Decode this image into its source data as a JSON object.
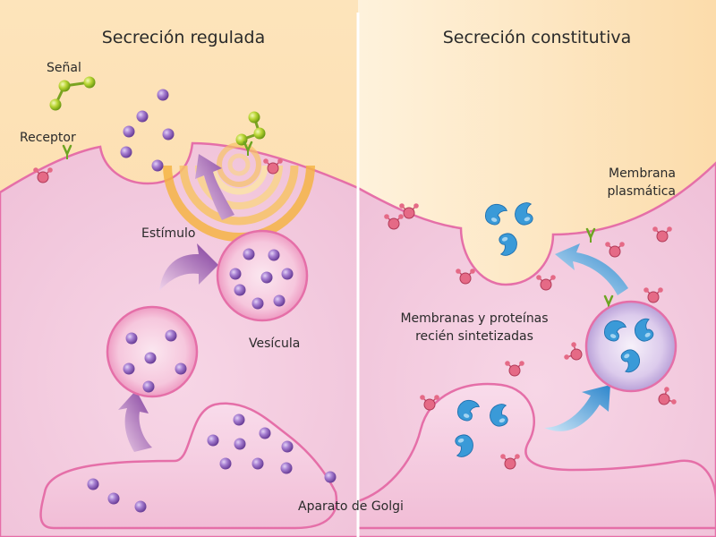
{
  "panels": {
    "left_title": "Secreción regulada",
    "right_title": "Secreción constitutiva"
  },
  "labels": {
    "signal": "Señal",
    "receptor": "Receptor",
    "stimulus": "Estímulo",
    "vesicle": "Vesícula",
    "golgi": "Aparato de Golgi",
    "membrane_line1": "Membrana",
    "membrane_line2": "plasmática",
    "new_line1": "Membranas y proteínas",
    "new_line2": "recién sintetizadas"
  },
  "colors": {
    "extracellular": "#fde3b8",
    "cytoplasm": "#f1c5dc",
    "membrane": "#e56fa8",
    "molecule": "#9466c0",
    "protein": "#2f8fd0",
    "arrow_left": "#8b4ba8",
    "arrow_right": "#3a8fd0",
    "receptor": "#8cc63f",
    "signal": "#b4d335"
  }
}
